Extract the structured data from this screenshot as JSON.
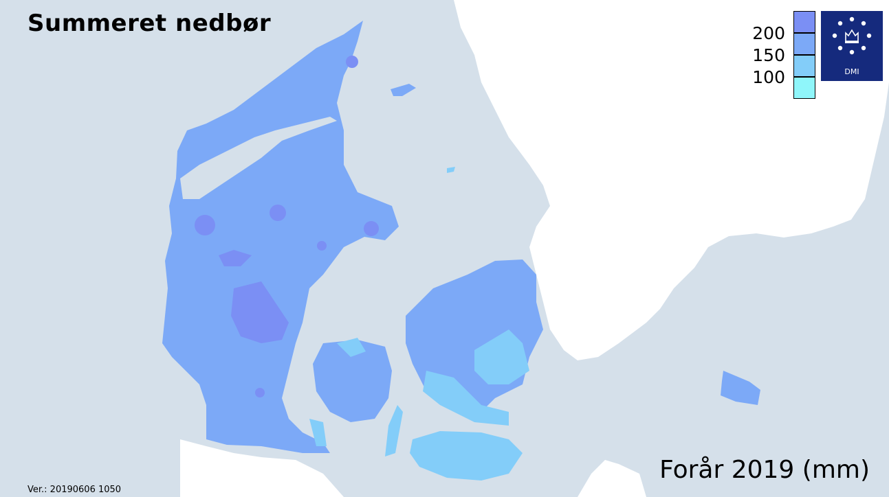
{
  "title": "Summeret nedbør",
  "subtitle": "Forår 2019 (mm)",
  "version": "Ver.: 20190606 1050",
  "legend": {
    "labels": [
      "200",
      "150",
      "100"
    ],
    "colors": {
      "over_200": "#7b8ff4",
      "150_200": "#7ca9f7",
      "100_150": "#83cdf9",
      "under_100": "#8ff6fa"
    }
  },
  "logo": {
    "text": "DMI",
    "icon": "crown-stars-icon",
    "color": "#152a7d"
  },
  "map_colors": {
    "sea": "#d5e0ea",
    "land_outside": "#ffffff"
  }
}
